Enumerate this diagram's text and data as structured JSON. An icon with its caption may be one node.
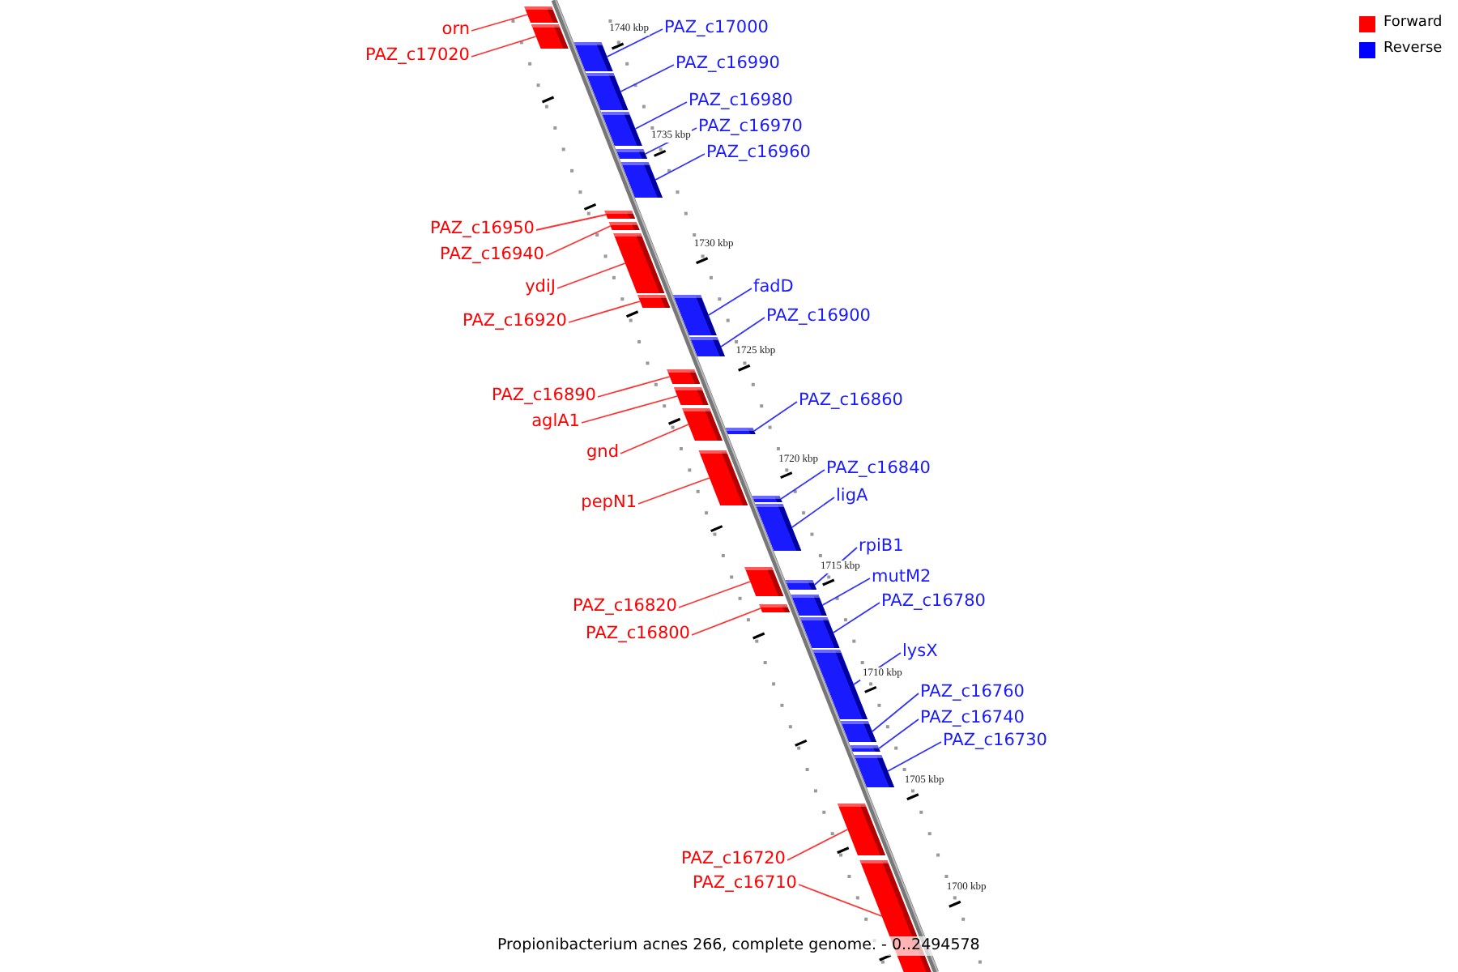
{
  "diagram": {
    "caption": "Propionibacterium acnes 266, complete genome. - 0..2494578",
    "nodes": [
      {
        "text": [
          "orn"
        ]
      },
      {
        "text": [],
        "shape": "bar"
      },
      {
        "text": [
          "PAZ_c17020"
        ]
      },
      {
        "text": [],
        "shape": "bar"
      },
      {
        "text": [
          "PAZ_c17000"
        ]
      },
      {
        "text": [],
        "shape": "bar"
      },
      {
        "text": [
          "PAZ_c16990"
        ]
      },
      {
        "text": [],
        "shape": "bar"
      },
      {
        "text": [
          "PAZ_c16980"
        ]
      },
      {
        "text": [],
        "shape": "bar"
      },
      {
        "text": [
          "PAZ_c16970"
        ]
      },
      {
        "text": [],
        "shape": "bar"
      },
      {
        "text": [
          "PAZ_c16960"
        ]
      },
      {
        "text": [],
        "shape": "bar"
      },
      {
        "text": [
          "PAZ_c16950"
        ]
      },
      {
        "text": [],
        "shape": "bar"
      },
      {
        "text": [
          "PAZ_c16940"
        ]
      },
      {
        "text": [],
        "shape": "bar"
      },
      {
        "text": [
          "ydiJ"
        ]
      },
      {
        "text": [],
        "shape": "bar"
      },
      {
        "text": [
          "fadD"
        ]
      },
      {
        "text": [],
        "shape": "bar"
      },
      {
        "text": [
          "PAZ_c16920"
        ]
      },
      {
        "text": [],
        "shape": "bar"
      },
      {
        "text": [
          "PAZ_c16900"
        ]
      },
      {
        "text": [],
        "shape": "bar"
      },
      {
        "text": [
          "PAZ_c16890"
        ]
      },
      {
        "text": [],
        "shape": "bar"
      },
      {
        "text": [
          "PAZ_c16860"
        ]
      },
      {
        "text": [],
        "shape": "bar"
      },
      {
        "text": [
          "aglA1"
        ]
      },
      {
        "text": [],
        "shape": "bar"
      },
      {
        "text": [
          "gnd"
        ]
      },
      {
        "text": [],
        "shape": "bar"
      },
      {
        "text": [
          "PAZ_c16840"
        ]
      },
      {
        "text": [],
        "shape": "bar"
      },
      {
        "text": [
          "ligA"
        ]
      },
      {
        "text": [],
        "shape": "bar"
      },
      {
        "text": [
          "pepN1"
        ]
      },
      {
        "text": [],
        "shape": "bar"
      },
      {
        "text": [
          "rpiB1"
        ]
      },
      {
        "text": [],
        "shape": "bar"
      },
      {
        "text": [
          "mutM2"
        ]
      },
      {
        "text": [],
        "shape": "bar"
      },
      {
        "text": [
          "PAZ_c16780"
        ]
      },
      {
        "text": [],
        "shape": "bar"
      },
      {
        "text": [
          "PAZ_c16820"
        ]
      },
      {
        "text": [],
        "shape": "bar"
      },
      {
        "text": [
          "PAZ_c16800"
        ]
      },
      {
        "text": [],
        "shape": "bar"
      },
      {
        "text": [
          "lysX"
        ]
      },
      {
        "text": [],
        "shape": "bar"
      },
      {
        "text": [
          "PAZ_c16760"
        ]
      },
      {
        "text": [],
        "shape": "bar"
      },
      {
        "text": [
          "PAZ_c16740"
        ]
      },
      {
        "text": [],
        "shape": "bar"
      },
      {
        "text": [
          "PAZ_c16730"
        ]
      },
      {
        "text": [],
        "shape": "bar"
      },
      {
        "text": [
          "PAZ_c16720"
        ]
      },
      {
        "text": [],
        "shape": "bar"
      },
      {
        "text": [
          "PAZ_c16710"
        ]
      },
      {
        "text": [],
        "shape": "bar"
      }
    ],
    "edges": [
      {
        "from": 0,
        "to": 1,
        "arrow": "none",
        "color": "#ff3333"
      },
      {
        "from": 2,
        "to": 3,
        "arrow": "none",
        "color": "#ff3333"
      },
      {
        "from": 4,
        "to": 5,
        "arrow": "none"
      },
      {
        "from": 6,
        "to": 7,
        "arrow": "none"
      },
      {
        "from": 8,
        "to": 9,
        "arrow": "none"
      },
      {
        "from": 10,
        "to": 11,
        "arrow": "none"
      },
      {
        "from": 12,
        "to": 13,
        "arrow": "none"
      },
      {
        "from": 14,
        "to": 15,
        "arrow": "none",
        "color": "#ff3333"
      },
      {
        "from": 16,
        "to": 17,
        "arrow": "none",
        "color": "#ff3333"
      },
      {
        "from": 18,
        "to": 19,
        "arrow": "none",
        "color": "#ff3333"
      },
      {
        "from": 20,
        "to": 21,
        "arrow": "none"
      },
      {
        "from": 22,
        "to": 23,
        "arrow": "none",
        "color": "#ff3333"
      },
      {
        "from": 24,
        "to": 25,
        "arrow": "none"
      },
      {
        "from": 26,
        "to": 27,
        "arrow": "none",
        "color": "#ff3333"
      },
      {
        "from": 28,
        "to": 29,
        "arrow": "none"
      },
      {
        "from": 30,
        "to": 31,
        "arrow": "none",
        "color": "#ff3333"
      },
      {
        "from": 32,
        "to": 33,
        "arrow": "none",
        "color": "#ff3333"
      },
      {
        "from": 34,
        "to": 35,
        "arrow": "none"
      },
      {
        "from": 36,
        "to": 37,
        "arrow": "none"
      },
      {
        "from": 38,
        "to": 39,
        "arrow": "none",
        "color": "#ff3333"
      },
      {
        "from": 40,
        "to": 41,
        "arrow": "none"
      },
      {
        "from": 42,
        "to": 43,
        "arrow": "none"
      },
      {
        "from": 44,
        "to": 45,
        "arrow": "none"
      },
      {
        "from": 46,
        "to": 47,
        "arrow": "none",
        "color": "#ff3333"
      },
      {
        "from": 48,
        "to": 49,
        "arrow": "none",
        "color": "#ff3333"
      },
      {
        "from": 50,
        "to": 51,
        "arrow": "none"
      },
      {
        "from": 52,
        "to": 53,
        "arrow": "none"
      },
      {
        "from": 54,
        "to": 55,
        "arrow": "none"
      },
      {
        "from": 56,
        "to": 57,
        "arrow": "none"
      },
      {
        "from": 58,
        "to": 59,
        "arrow": "none",
        "color": "#ff3333"
      },
      {
        "from": 60,
        "to": 61,
        "arrow": "none",
        "color": "#ff3333"
      }
    ],
    "labels": [
      "1740 kbp",
      "1735 kbp",
      "1730 kbp",
      "1725 kbp",
      "1720 kbp",
      "1715 kbp",
      "1710 kbp",
      "1705 kbp",
      "1700 kbp"
    ],
    "legend": [
      {
        "text": "Forward",
        "color": "#ff0000"
      },
      {
        "text": "Reverse",
        "color": "#0000ff"
      }
    ]
  }
}
